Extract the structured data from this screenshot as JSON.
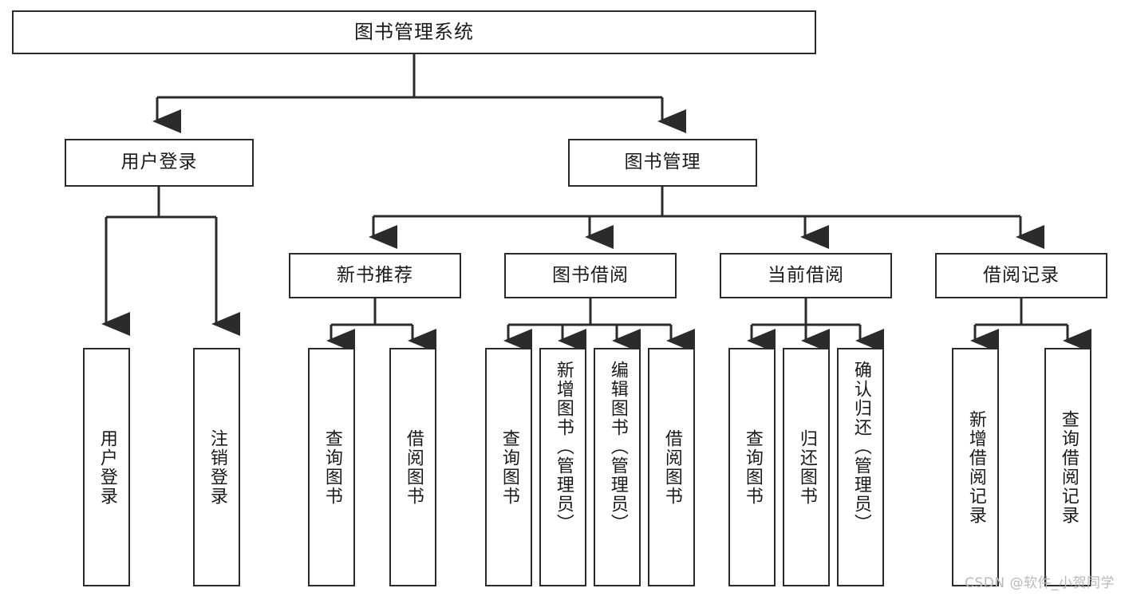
{
  "diagram": {
    "title": "图书管理系统",
    "type": "tree",
    "background": "#ffffff",
    "line_color": "#2b2b2b",
    "text_color": "#1a1a1a"
  },
  "nodes": {
    "root": {
      "label": "图书管理系统"
    },
    "level2": [
      {
        "label": "用户登录"
      },
      {
        "label": "图书管理"
      }
    ],
    "level3": [
      {
        "label": "新书推荐"
      },
      {
        "label": "图书借阅"
      },
      {
        "label": "当前借阅"
      },
      {
        "label": "借阅记录"
      }
    ],
    "leaves": {
      "user_login": [
        {
          "label": "用户登录"
        },
        {
          "label": "注销登录"
        }
      ],
      "new_book": [
        {
          "label": "查询图书"
        },
        {
          "label": "借阅图书"
        }
      ],
      "book_borrow": [
        {
          "label": "查询图书"
        },
        {
          "label": "新增图书（管理员）"
        },
        {
          "label": "编辑图书（管理员）"
        },
        {
          "label": "借阅图书"
        }
      ],
      "current_borrow": [
        {
          "label": "查询图书"
        },
        {
          "label": "归还图书"
        },
        {
          "label": "确认归还（管理员）"
        }
      ],
      "borrow_record": [
        {
          "label": "新增借阅记录"
        },
        {
          "label": "查询借阅记录"
        }
      ]
    }
  },
  "watermark": {
    "text": "CSDN @软件_小贺同学",
    "color": "#b9b9b9"
  }
}
